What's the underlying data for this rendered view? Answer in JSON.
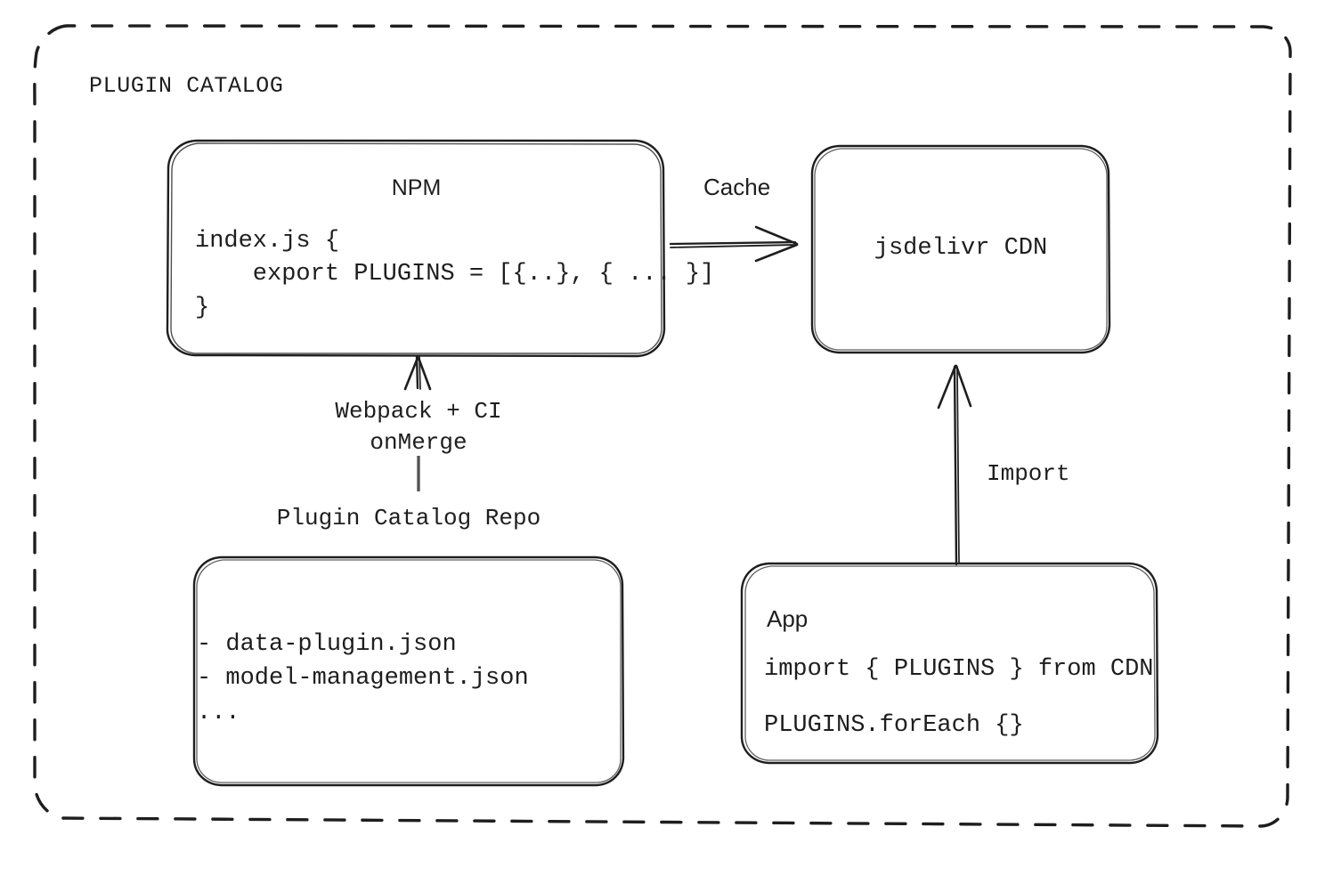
{
  "diagram": {
    "title": "PLUGIN CATALOG",
    "background": "#ffffff",
    "stroke_color": "#1e1e1e",
    "style": "hand-drawn-sketch"
  },
  "nodes": {
    "npm": {
      "title": "NPM",
      "code": "index.js {\n    export PLUGINS = [{..}, { ... }]\n}"
    },
    "cdn": {
      "title": "jsdelivr CDN"
    },
    "repo": {
      "label": "Plugin Catalog Repo",
      "items": "- data-plugin.json\n- model-management.json\n..."
    },
    "app": {
      "title": "App",
      "line1": "import { PLUGINS } from CDN",
      "line2": "PLUGINS.forEach {}"
    }
  },
  "edges": {
    "cache": {
      "label": "Cache",
      "from": "npm",
      "to": "cdn",
      "direction": "right"
    },
    "build": {
      "label": "Webpack + CI\nonMerge",
      "from": "repo",
      "to": "npm",
      "direction": "up"
    },
    "import": {
      "label": "Import",
      "from": "app",
      "to": "cdn",
      "direction": "up"
    }
  }
}
